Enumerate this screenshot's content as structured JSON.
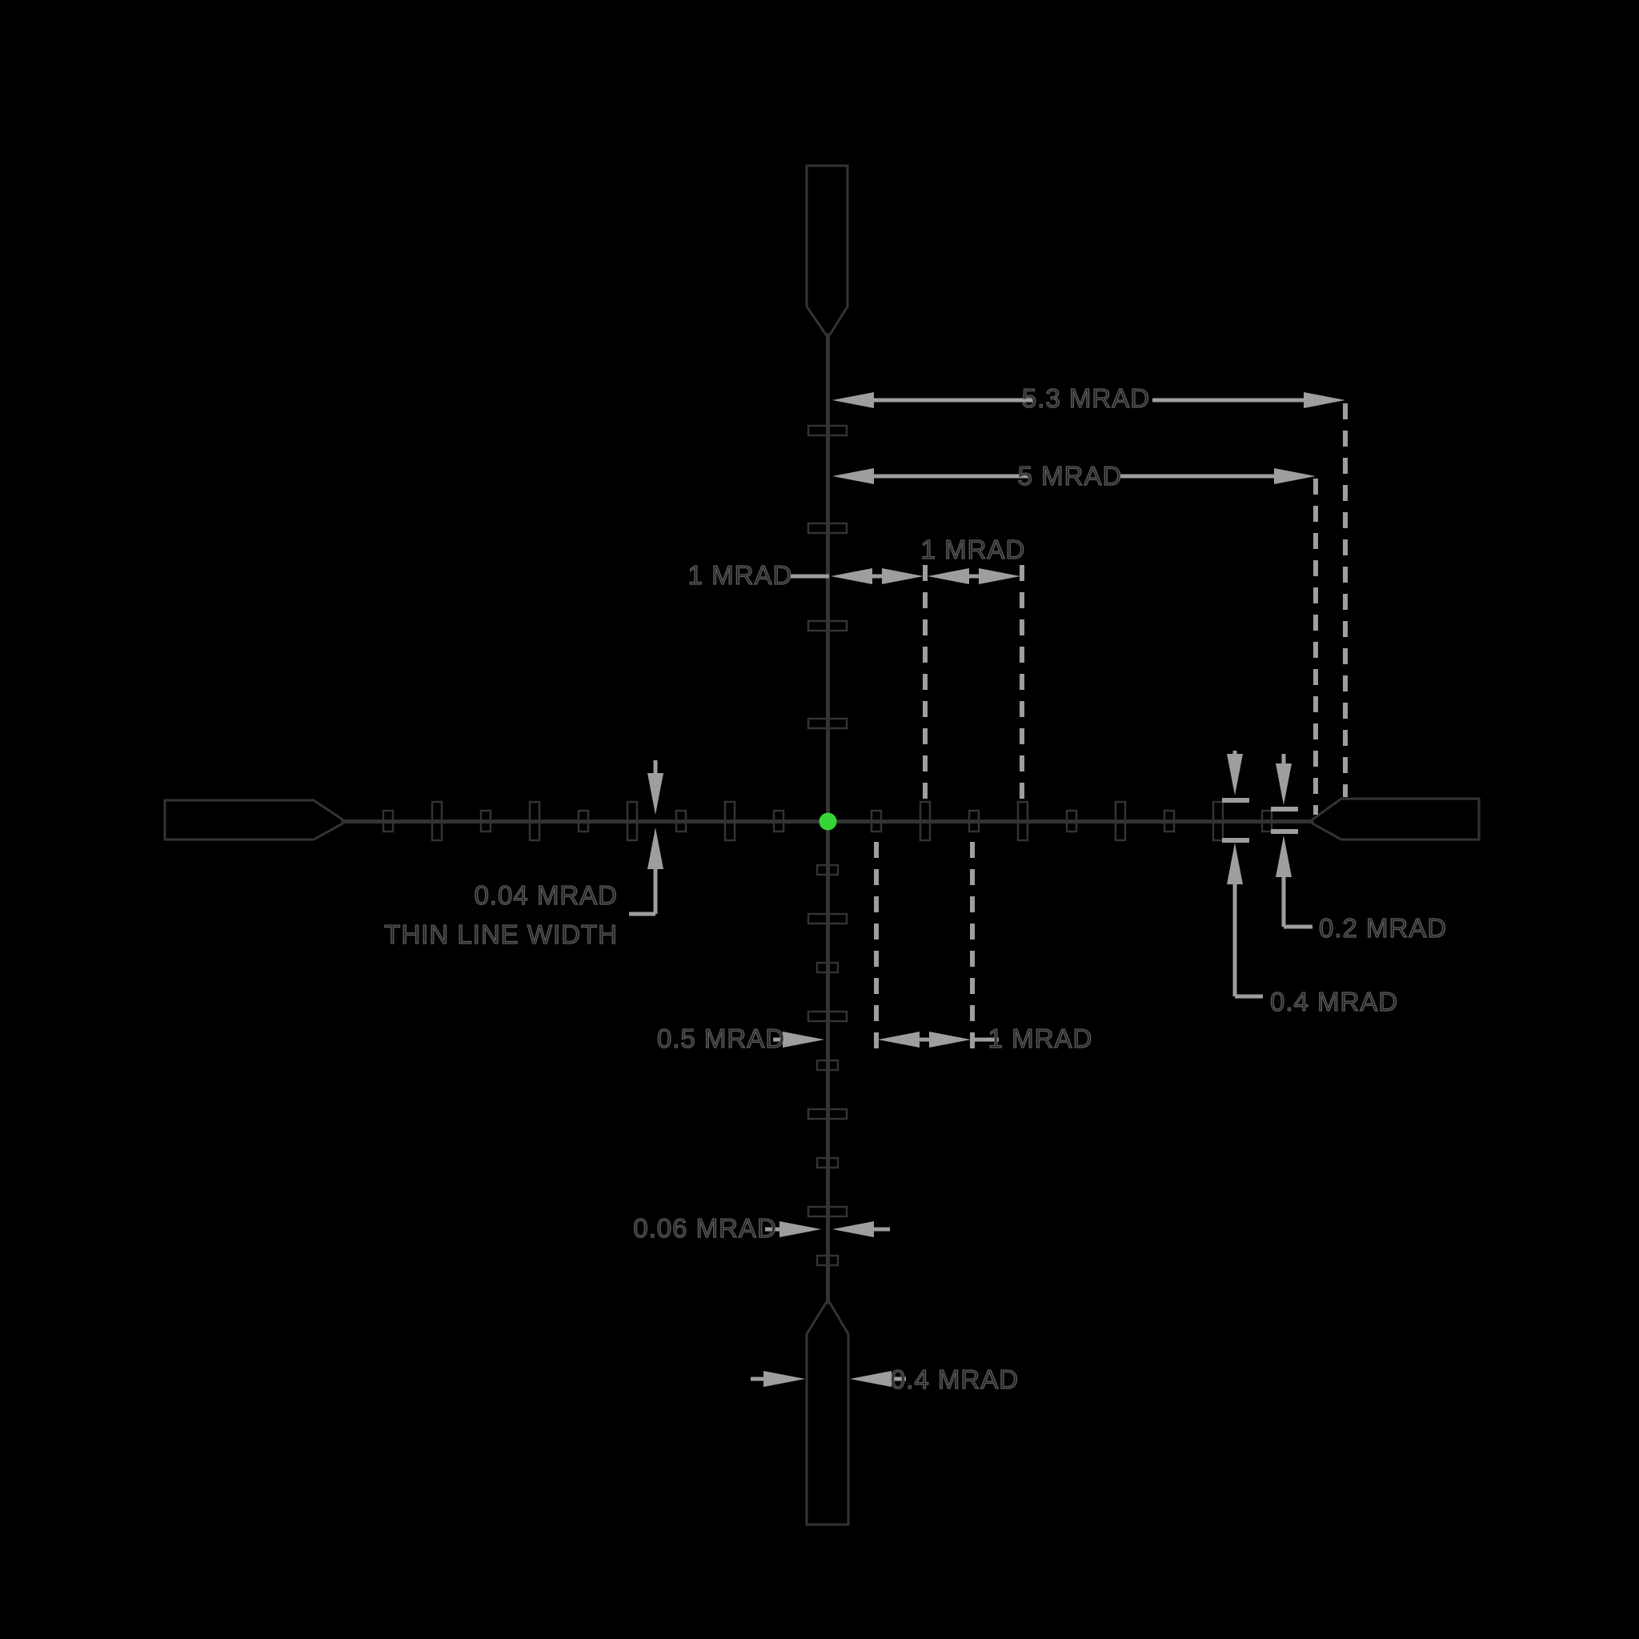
{
  "diagram_title": "Reticle subtension dimension diagram",
  "units": "MRAD",
  "colors": {
    "background": "#000000",
    "reticle_line": "#333333",
    "dimension_gray": "#9e9e9e",
    "label_stroke": "#5c5c5c",
    "center_dot_green": "#36d436"
  },
  "labels": {
    "dim_53": "5.3 MRAD",
    "dim_5": "5 MRAD",
    "dim_1_up_left": "1 MRAD",
    "dim_1_up_right": "1 MRAD",
    "dim_004_line1": "0.04 MRAD",
    "dim_004_line2": "THIN LINE WIDTH",
    "dim_02": "0.2 MRAD",
    "dim_04_right": "0.4 MRAD",
    "dim_05": "0.5 MRAD",
    "dim_1_low": "1 MRAD",
    "dim_006": "0.06 MRAD",
    "dim_04_bottom": "0.4 MRAD"
  },
  "reticle_subtensions": {
    "post_tip_from_center_mrad": 5,
    "post_shoulder_from_center_mrad": 5.3,
    "post_width_mrad": 0.4,
    "major_tick_spacing_mrad": 1,
    "minor_tick_spacing_mrad": 0.5,
    "major_tick_height_mrad": 0.4,
    "minor_tick_height_mrad": 0.2,
    "thin_line_width_mrad": 0.04,
    "lower_line_width_mrad": 0.06,
    "first_lower_offset_mrad": 0.5
  }
}
